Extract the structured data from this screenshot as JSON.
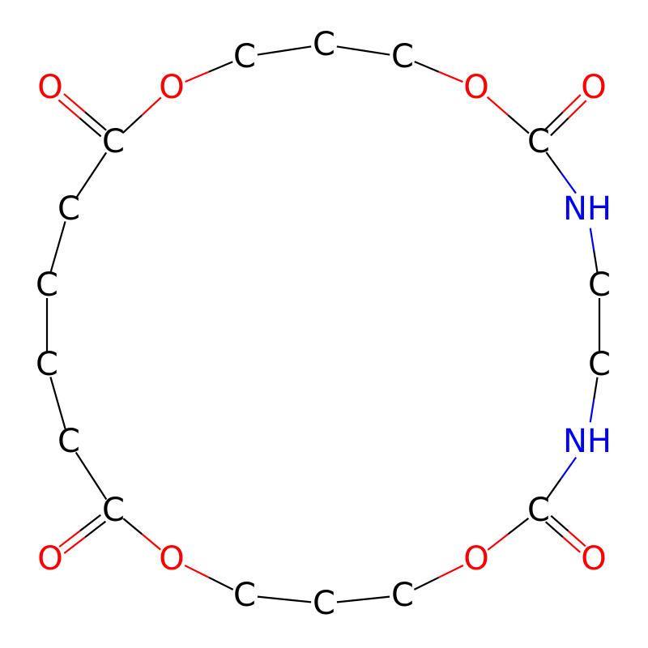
{
  "molecule": {
    "atoms": [
      "C",
      "C",
      "C",
      "O",
      "C",
      "O",
      "NH",
      "C",
      "C",
      "NH",
      "C",
      "O",
      "O",
      "C",
      "C",
      "C",
      "O",
      "C",
      "O",
      "C",
      "C",
      "C",
      "C",
      "C",
      "O",
      "O"
    ],
    "bonds": [
      [
        0,
        1,
        1
      ],
      [
        1,
        2,
        1
      ],
      [
        2,
        3,
        1
      ],
      [
        3,
        4,
        1
      ],
      [
        4,
        5,
        2
      ],
      [
        4,
        6,
        1
      ],
      [
        6,
        7,
        1
      ],
      [
        7,
        8,
        1
      ],
      [
        8,
        9,
        1
      ],
      [
        9,
        10,
        1
      ],
      [
        10,
        11,
        2
      ],
      [
        10,
        12,
        1
      ],
      [
        12,
        13,
        1
      ],
      [
        13,
        14,
        1
      ],
      [
        14,
        15,
        1
      ],
      [
        15,
        16,
        1
      ],
      [
        16,
        17,
        1
      ],
      [
        17,
        18,
        2
      ],
      [
        17,
        19,
        1
      ],
      [
        19,
        20,
        1
      ],
      [
        20,
        21,
        1
      ],
      [
        21,
        22,
        1
      ],
      [
        22,
        23,
        1
      ],
      [
        23,
        24,
        2
      ],
      [
        23,
        25,
        1
      ],
      [
        25,
        0,
        1
      ]
    ],
    "colors": {
      "C": "#000000",
      "O": "#ff0000",
      "NH": "#0000ff"
    }
  }
}
